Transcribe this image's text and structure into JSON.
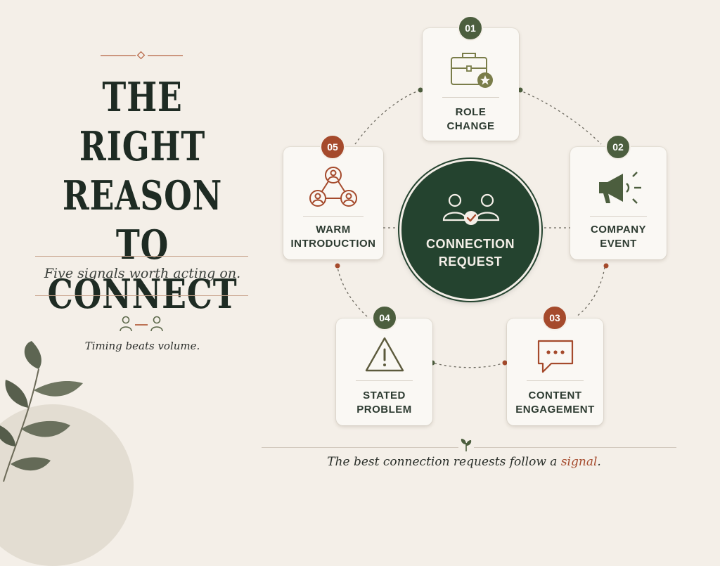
{
  "title": {
    "line1": "THE RIGHT",
    "line2": "REASON TO",
    "line3": "CONNECT"
  },
  "subtitle": "Five signals worth acting on.",
  "tagline": "Timing beats volume.",
  "hub": {
    "line1": "CONNECTION",
    "line2": "REQUEST",
    "icon": "people-check-icon"
  },
  "signals": [
    {
      "number": "01",
      "line1": "ROLE",
      "line2": "CHANGE",
      "icon": "briefcase-star-icon",
      "badge_color": "#4c5e3e"
    },
    {
      "number": "02",
      "line1": "COMPANY",
      "line2": "EVENT",
      "icon": "megaphone-icon",
      "badge_color": "#4c5e3e"
    },
    {
      "number": "03",
      "line1": "CONTENT",
      "line2": "ENGAGEMENT",
      "icon": "chat-bubble-icon",
      "badge_color": "#a54a2c"
    },
    {
      "number": "04",
      "line1": "STATED",
      "line2": "PROBLEM",
      "icon": "warning-triangle-icon",
      "badge_color": "#4c5e3e"
    },
    {
      "number": "05",
      "line1": "WARM",
      "line2": "INTRODUCTION",
      "icon": "network-people-icon",
      "badge_color": "#a54a2c"
    }
  ],
  "footer": {
    "before": "The best connection requests follow a ",
    "accent": "signal",
    "after": "."
  },
  "colors": {
    "background": "#f4efe8",
    "dark_green": "#24432f",
    "olive": "#4c5e3e",
    "rust": "#a54a2c",
    "icon_olive": "#7a7d4a"
  }
}
